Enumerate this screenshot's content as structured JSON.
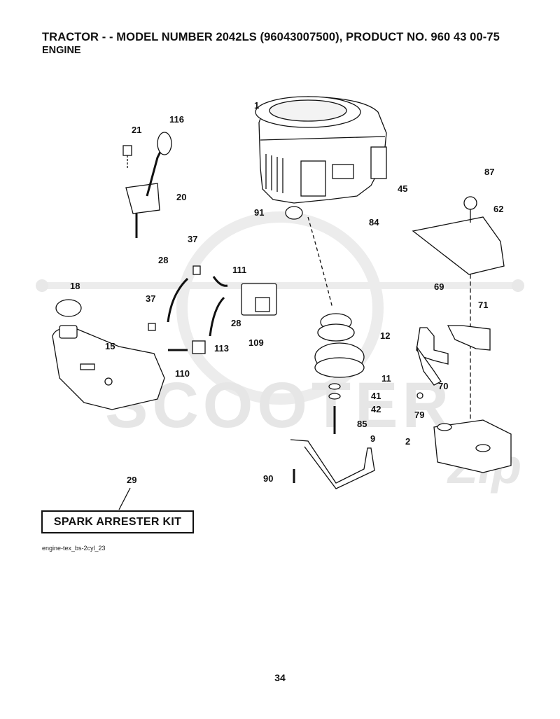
{
  "header": {
    "title": "TRACTOR - - MODEL NUMBER 2042LS (96043007500), PRODUCT NO. 960 43 00-75",
    "subtitle": "ENGINE"
  },
  "watermark": {
    "text": "SCOOTER",
    "script": "Zip"
  },
  "callouts": [
    "1",
    "116",
    "21",
    "20",
    "45",
    "91",
    "84",
    "87",
    "62",
    "37",
    "28",
    "111",
    "18",
    "37",
    "109",
    "28",
    "69",
    "71",
    "12",
    "15",
    "113",
    "110",
    "11",
    "70",
    "41",
    "42",
    "79",
    "85",
    "9",
    "2",
    "90",
    "29"
  ],
  "kit_label": "SPARK ARRESTER KIT",
  "file_id": "engine-tex_bs-2cyl_23",
  "page_number": "34"
}
